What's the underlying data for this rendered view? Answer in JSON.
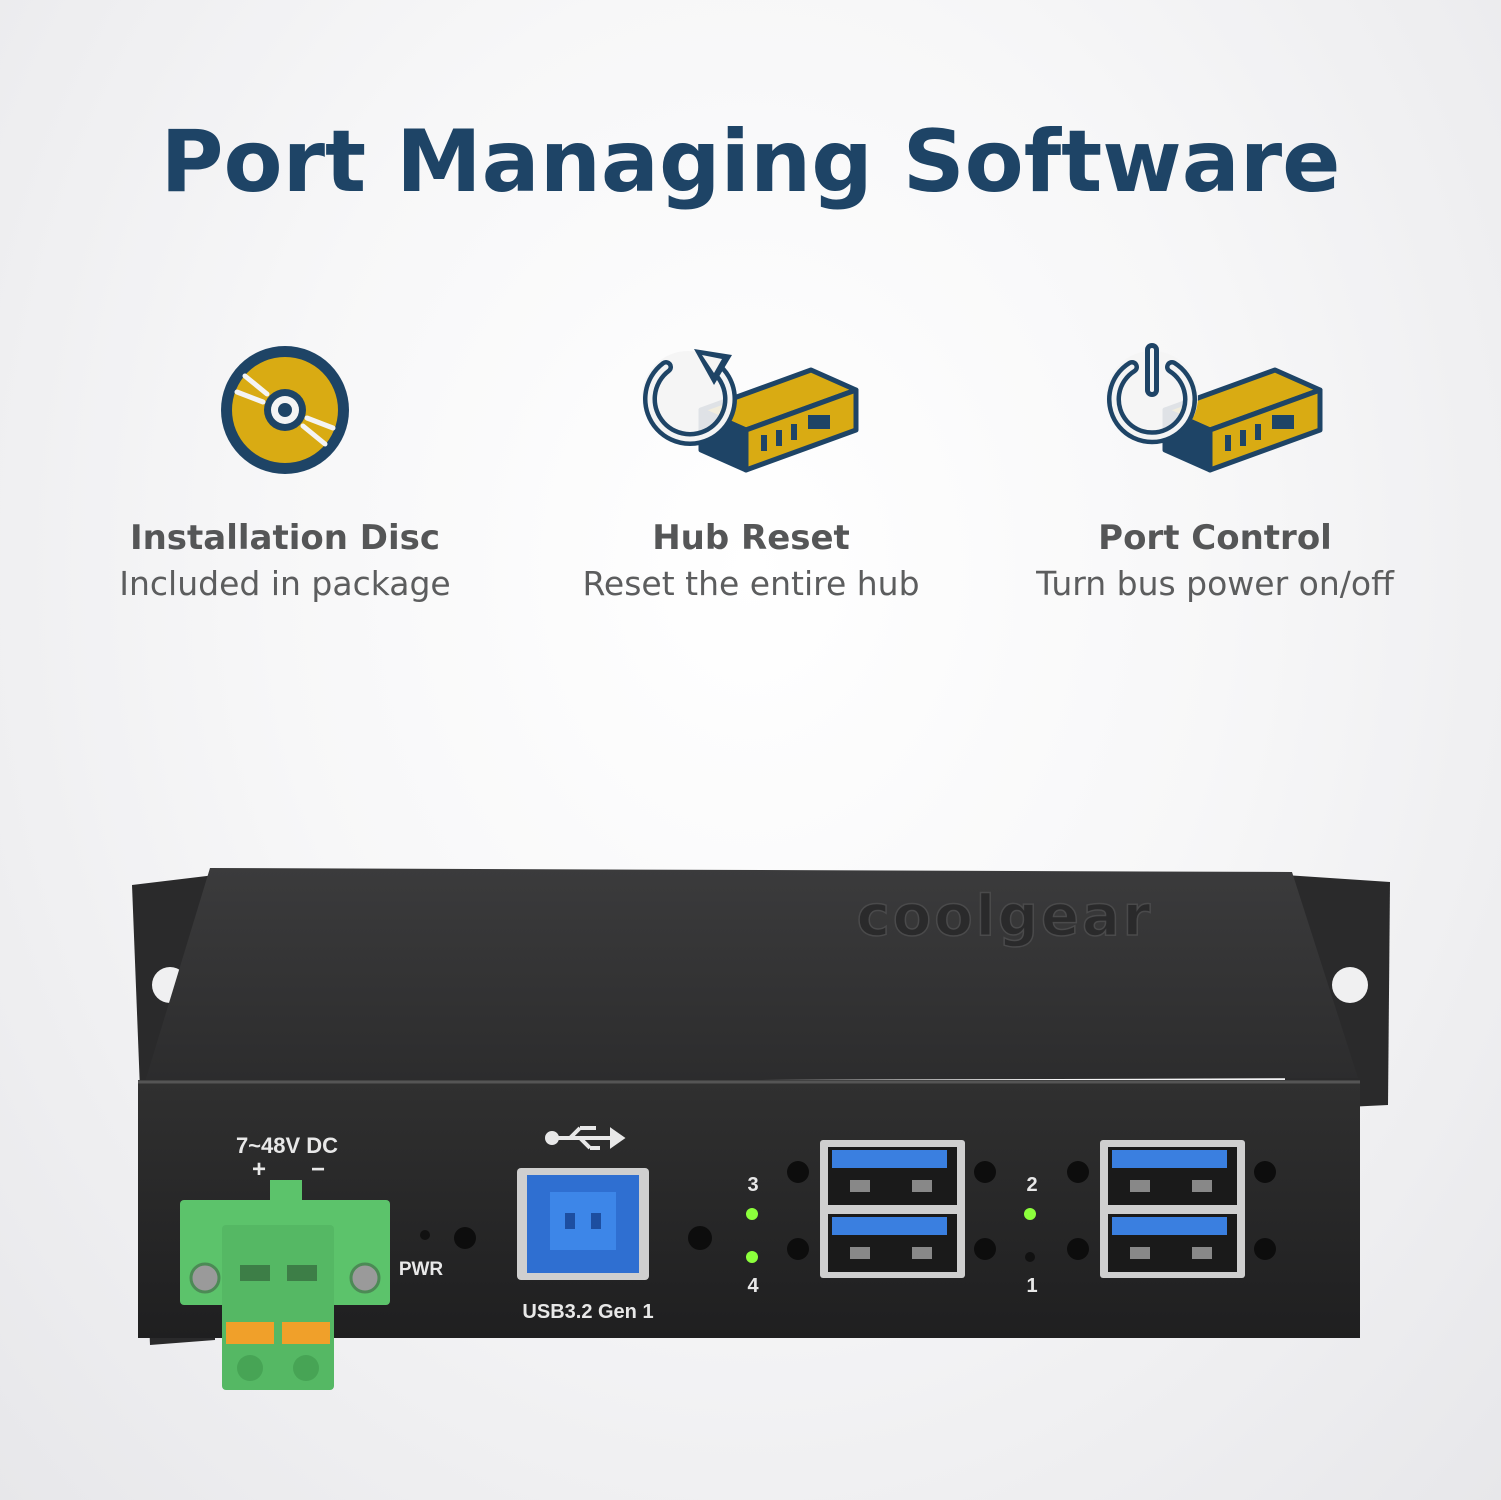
{
  "headline": "Port Managing Software",
  "features": [
    {
      "icon": "disc-icon",
      "title": "Installation Disc",
      "subtitle": "Included in package"
    },
    {
      "icon": "hub-reset-icon",
      "title": "Hub Reset",
      "subtitle": "Reset the entire hub"
    },
    {
      "icon": "power-control-icon",
      "title": "Port Control",
      "subtitle": "Turn bus power on/off"
    }
  ],
  "device": {
    "brand": "coolgear",
    "power_rating": "7~48V DC",
    "plus": "+",
    "minus": "−",
    "pwr_label": "PWR",
    "upstream_label": "USB3.2 Gen 1",
    "port_numbers": [
      "3",
      "4",
      "2",
      "1"
    ]
  },
  "colors": {
    "headline": "#1e4466",
    "icon_navy": "#1e4466",
    "icon_gold": "#d9ab13",
    "terminal_green": "#5cc36b",
    "usb_blue": "#2f6fd1",
    "led_green": "#8cff3c"
  }
}
